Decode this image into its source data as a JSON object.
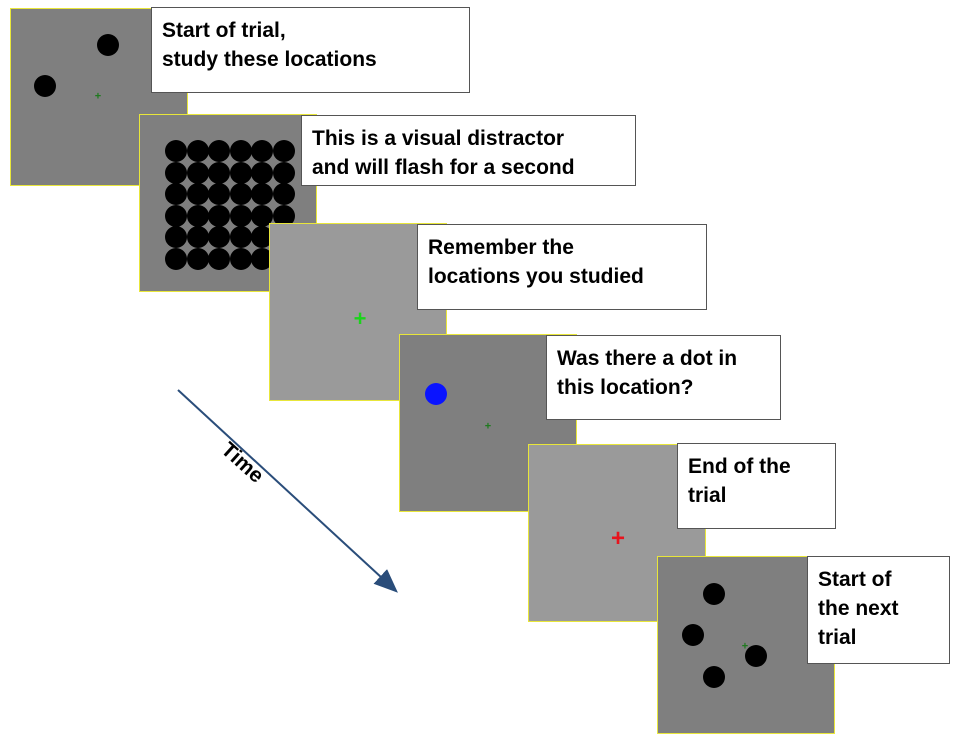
{
  "steps": [
    {
      "lines": [
        "Start of trial,",
        "study these locations"
      ]
    },
    {
      "lines": [
        "This is a visual distractor",
        "and will flash for a second"
      ]
    },
    {
      "lines": [
        "Remember the",
        "locations you studied"
      ]
    },
    {
      "lines": [
        "Was there a dot in",
        "this location?"
      ]
    },
    {
      "lines": [
        "End of the",
        "trial"
      ]
    },
    {
      "lines": [
        "Start of",
        "the next",
        "trial"
      ]
    }
  ],
  "axis": {
    "label": "Time"
  },
  "fixation": {
    "symbol": "+"
  },
  "colors": {
    "panel_border": "#e8e63a",
    "dot": "#000000",
    "probe_dot": "#0a14ff",
    "fixation_green": "#1bd41b",
    "fixation_dark_green": "#1f7a1f",
    "fixation_red": "#e8141e",
    "arrow": "#2a4d7a"
  }
}
